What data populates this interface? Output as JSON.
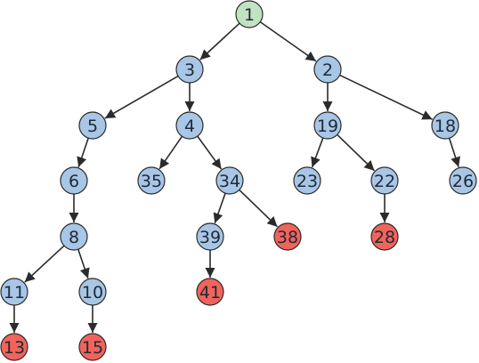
{
  "diagram": {
    "type": "directed-tree",
    "colors": {
      "root": "#c2e2c2",
      "default": "#a8c6e6",
      "highlight": "#f2635c",
      "edge": "#2b2b2b",
      "label": "#1f2a36"
    },
    "nodes": [
      {
        "id": "1",
        "label": "1",
        "style": "root"
      },
      {
        "id": "3",
        "label": "3",
        "style": "default"
      },
      {
        "id": "2",
        "label": "2",
        "style": "default"
      },
      {
        "id": "5",
        "label": "5",
        "style": "default"
      },
      {
        "id": "4",
        "label": "4",
        "style": "default"
      },
      {
        "id": "19",
        "label": "19",
        "style": "default"
      },
      {
        "id": "18",
        "label": "18",
        "style": "default"
      },
      {
        "id": "6",
        "label": "6",
        "style": "default"
      },
      {
        "id": "35",
        "label": "35",
        "style": "default"
      },
      {
        "id": "34",
        "label": "34",
        "style": "default"
      },
      {
        "id": "23",
        "label": "23",
        "style": "default"
      },
      {
        "id": "22",
        "label": "22",
        "style": "default"
      },
      {
        "id": "26",
        "label": "26",
        "style": "default"
      },
      {
        "id": "8",
        "label": "8",
        "style": "default"
      },
      {
        "id": "39",
        "label": "39",
        "style": "default"
      },
      {
        "id": "38",
        "label": "38",
        "style": "highlight"
      },
      {
        "id": "28",
        "label": "28",
        "style": "highlight"
      },
      {
        "id": "11",
        "label": "11",
        "style": "default"
      },
      {
        "id": "10",
        "label": "10",
        "style": "default"
      },
      {
        "id": "41",
        "label": "41",
        "style": "highlight"
      },
      {
        "id": "13",
        "label": "13",
        "style": "highlight"
      },
      {
        "id": "15",
        "label": "15",
        "style": "highlight"
      }
    ],
    "edges": [
      {
        "from": "1",
        "to": "3"
      },
      {
        "from": "1",
        "to": "2"
      },
      {
        "from": "3",
        "to": "5"
      },
      {
        "from": "3",
        "to": "4"
      },
      {
        "from": "2",
        "to": "19"
      },
      {
        "from": "2",
        "to": "18"
      },
      {
        "from": "5",
        "to": "6"
      },
      {
        "from": "4",
        "to": "35"
      },
      {
        "from": "4",
        "to": "34"
      },
      {
        "from": "19",
        "to": "23"
      },
      {
        "from": "19",
        "to": "22"
      },
      {
        "from": "18",
        "to": "26"
      },
      {
        "from": "6",
        "to": "8"
      },
      {
        "from": "34",
        "to": "39"
      },
      {
        "from": "34",
        "to": "38"
      },
      {
        "from": "22",
        "to": "28"
      },
      {
        "from": "8",
        "to": "11"
      },
      {
        "from": "8",
        "to": "10"
      },
      {
        "from": "39",
        "to": "41"
      },
      {
        "from": "11",
        "to": "13"
      },
      {
        "from": "10",
        "to": "15"
      }
    ]
  }
}
